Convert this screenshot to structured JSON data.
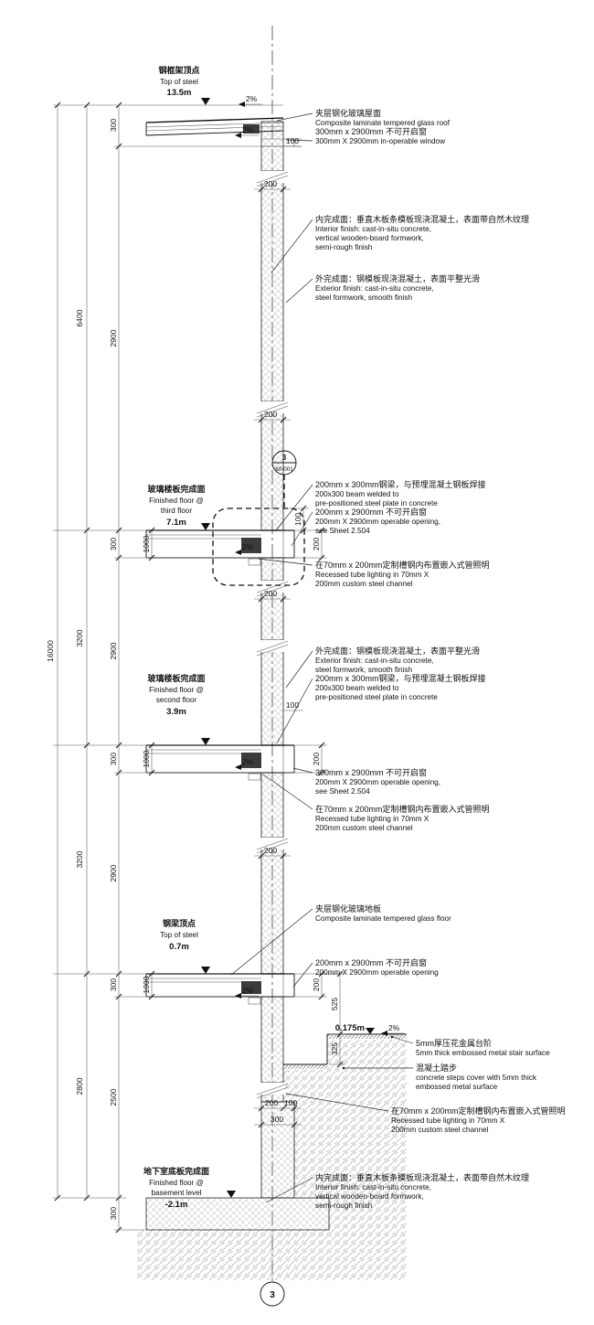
{
  "levels": {
    "roof_steel": {
      "zh": "钢框架顶点",
      "en": "Top of steel",
      "elev": "13.5m"
    },
    "third": {
      "zh": "玻璃楼板完成面",
      "en1": "Finished floor @",
      "en2": "third floor",
      "elev": "7.1m"
    },
    "second": {
      "zh": "玻璃楼板完成面",
      "en1": "Finished floor @",
      "en2": "second floor",
      "elev": "3.9m"
    },
    "ground": {
      "zh": "钢梁顶点",
      "en": "Top of steel",
      "elev": "0.7m"
    },
    "basement": {
      "zh": "地下室底板完成面",
      "en1": "Finished floor @",
      "en2": "basement level",
      "elev": "-2.1m"
    },
    "grade": {
      "elev": "0.175m"
    }
  },
  "dims": {
    "total": "16000",
    "seg6400": "6400",
    "seg3200a": "3200",
    "seg3200b": "3200",
    "seg2800": "2800",
    "i300a": "300",
    "i2900a": "2900",
    "i300b": "300",
    "i2900b": "2900",
    "i300c": "300",
    "i2900c": "2900",
    "i300d": "300",
    "i2500": "2500",
    "i300e": "300",
    "break200": "200",
    "floor1000": "1000",
    "win100": "100",
    "d100": "100",
    "d200": "200",
    "s525": "525",
    "s325": "325",
    "base200": "200",
    "base100": "100",
    "base300": "300",
    "slope": "2%"
  },
  "annotations": {
    "roof": {
      "l1": "夹层钢化玻璃屋面",
      "l2": "Composite laminate tempered glass roof",
      "l3": "300mm x 2900mm 不可开启窗",
      "l4": "300mm X 2900mm in-operable window"
    },
    "interior_top": {
      "l1": "内完成面：垂直木板条模板现浇混凝土，表面带自然木纹理",
      "l2": "Interior finish: cast-in-situ concrete,",
      "l3": "vertical wooden-board formwork,",
      "l4": "semi-rough finish"
    },
    "exterior_top": {
      "l1": "外完成面：钢模板现浇混凝土，表面平整光滑",
      "l2": "Exterior finish: cast-in-situ concrete,",
      "l3": "steel formwork, smooth finish"
    },
    "third_beam": {
      "l1": "200mm x 300mm钢梁，与预埋混凝土钢板焊接",
      "l2": "200x300 beam welded to",
      "l3": "pre-positioned steel plate in concrete",
      "l4": "200mm x 2900mm 不可开启窗",
      "l5": "200mm X 2900mm operable opening,",
      "l6": "see Sheet 2.504"
    },
    "third_lighting": {
      "l1": "在70mm x 200mm定制槽钢内布置嵌入式管照明",
      "l2": "Recessed tube lighting in 70mm X",
      "l3": "200mm custom steel channel"
    },
    "second_ext": {
      "l1": "外完成面：钢模板现浇混凝土，表面平整光滑",
      "l2": "Exterior finish: cast-in-situ concrete,",
      "l3": "steel formwork, smooth finish",
      "l4": "200mm x 300mm钢梁，与预埋混凝土钢板焊接",
      "l5": "200x300 beam welded to",
      "l6": "pre-positioned steel plate in concrete"
    },
    "second_window": {
      "l1": "300mm x 2900mm 不可开启窗",
      "l2": "200mm X 2900mm operable opening,",
      "l3": "see Sheet 2.504"
    },
    "second_lighting": {
      "l1": "在70mm x 200mm定制槽钢内布置嵌入式管照明",
      "l2": "Recessed tube lighting in 70mm X",
      "l3": "200mm custom steel channel"
    },
    "glass_floor": {
      "l1": "夹层钢化玻璃地板",
      "l2": "Composite laminate tempered glass floor"
    },
    "ground_window": {
      "l1": "200mm x 2900mm 不可开启窗",
      "l2": "200mm X 2900mm operable opening"
    },
    "stair_metal": {
      "l1": "5mm厚压花金属台阶",
      "l2": "5mm thick embossed metal stair surface"
    },
    "concrete_steps": {
      "l1": "混凝土踏步",
      "l2": "concrete steps cover with 5mm thick",
      "l3": "embossed metal surface"
    },
    "ground_lighting": {
      "l1": "在70mm x 200mm定制槽钢内布置嵌入式管照明",
      "l2": "Recessed tube lighting in 70mm X",
      "l3": "200mm custom steel channel"
    },
    "interior_bottom": {
      "l1": "内完成面：垂直木板条模板现浇混凝土，表面带自然木纹理",
      "l2": "Interior finish: cast-in-situ concrete,",
      "l3": "vertical wooden-board formwork,",
      "l4": "semi-rough finish"
    }
  },
  "callout": {
    "num": "3",
    "sheet": "60-001"
  },
  "section_bubble": {
    "num": "3"
  }
}
